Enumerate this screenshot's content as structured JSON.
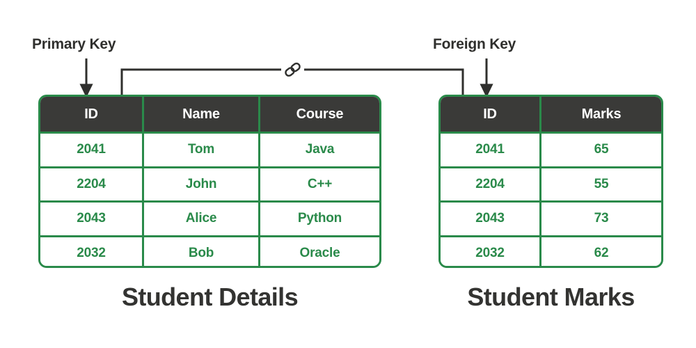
{
  "annotations": {
    "primary_key_label": "Primary Key",
    "foreign_key_label": "Foreign Key",
    "link_icon_name": "link-chain-icon"
  },
  "colors": {
    "accent_green": "#2a8a4a",
    "header_charcoal": "#3a3a38",
    "text_dark": "#333331",
    "background": "#ffffff",
    "header_text": "#ffffff"
  },
  "tables": [
    {
      "id": "student-details",
      "caption": "Student Details",
      "columns": [
        "ID",
        "Name",
        "Course"
      ],
      "rows": [
        [
          "2041",
          "Tom",
          "Java"
        ],
        [
          "2204",
          "John",
          "C++"
        ],
        [
          "2043",
          "Alice",
          "Python"
        ],
        [
          "2032",
          "Bob",
          "Oracle"
        ]
      ]
    },
    {
      "id": "student-marks",
      "caption": "Student Marks",
      "columns": [
        "ID",
        "Marks"
      ],
      "rows": [
        [
          "2041",
          "65"
        ],
        [
          "2204",
          "55"
        ],
        [
          "2043",
          "73"
        ],
        [
          "2032",
          "62"
        ]
      ]
    }
  ]
}
